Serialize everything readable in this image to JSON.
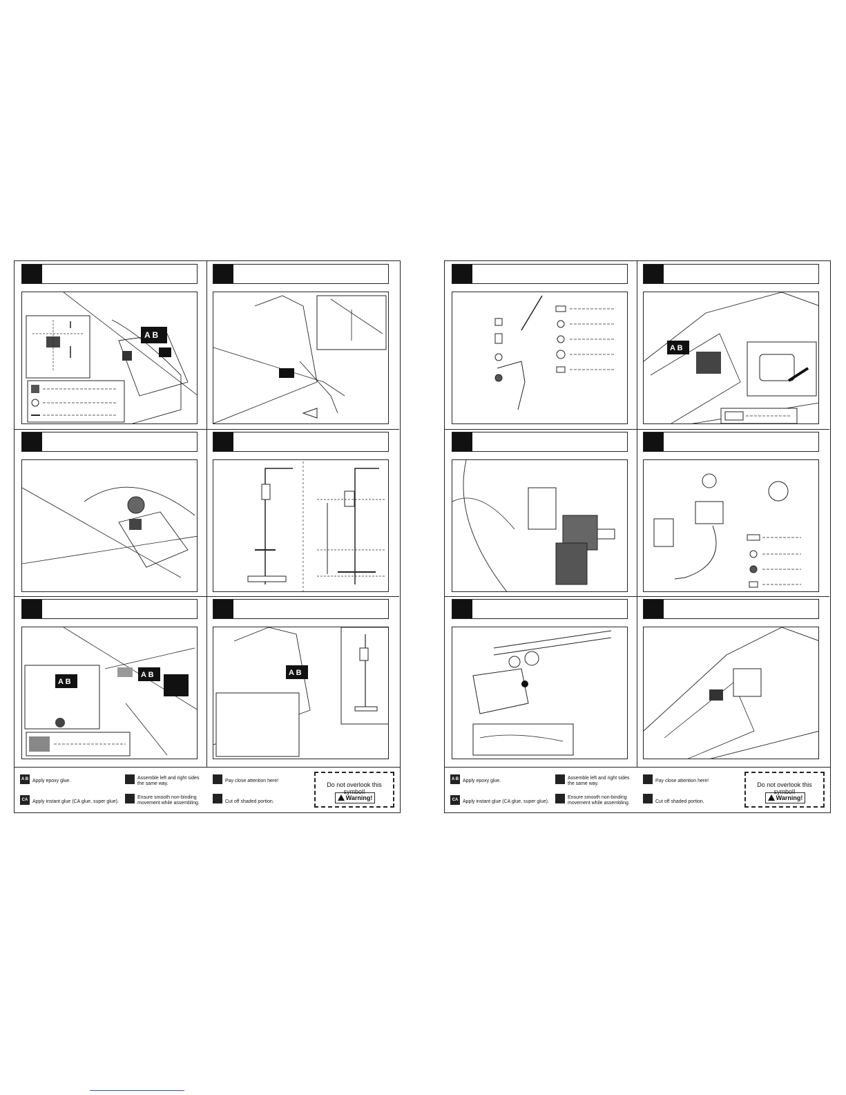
{
  "legend": {
    "epoxy": "Apply epoxy glue.",
    "instant": "Apply instant glue (CA glue, super glue).",
    "assemble_lr": "Assemble left and right sides the same way.",
    "smooth": "Ensure smooth non-binding movement while assembling.",
    "attention": "Pay close attention here!",
    "cut": "Cut off shaded portion.",
    "overlook": "Do not overlook this symbol!",
    "warning": "Warning!"
  },
  "glue_icons": {
    "epoxy_label": "A B",
    "ca_label": "CA"
  },
  "icons": [
    "glue-ab-icon",
    "ca-glue-icon",
    "assemble-lr-icon",
    "smooth-movement-icon",
    "attention-hand-icon",
    "cut-shaded-icon",
    "warning-triangle-icon"
  ]
}
